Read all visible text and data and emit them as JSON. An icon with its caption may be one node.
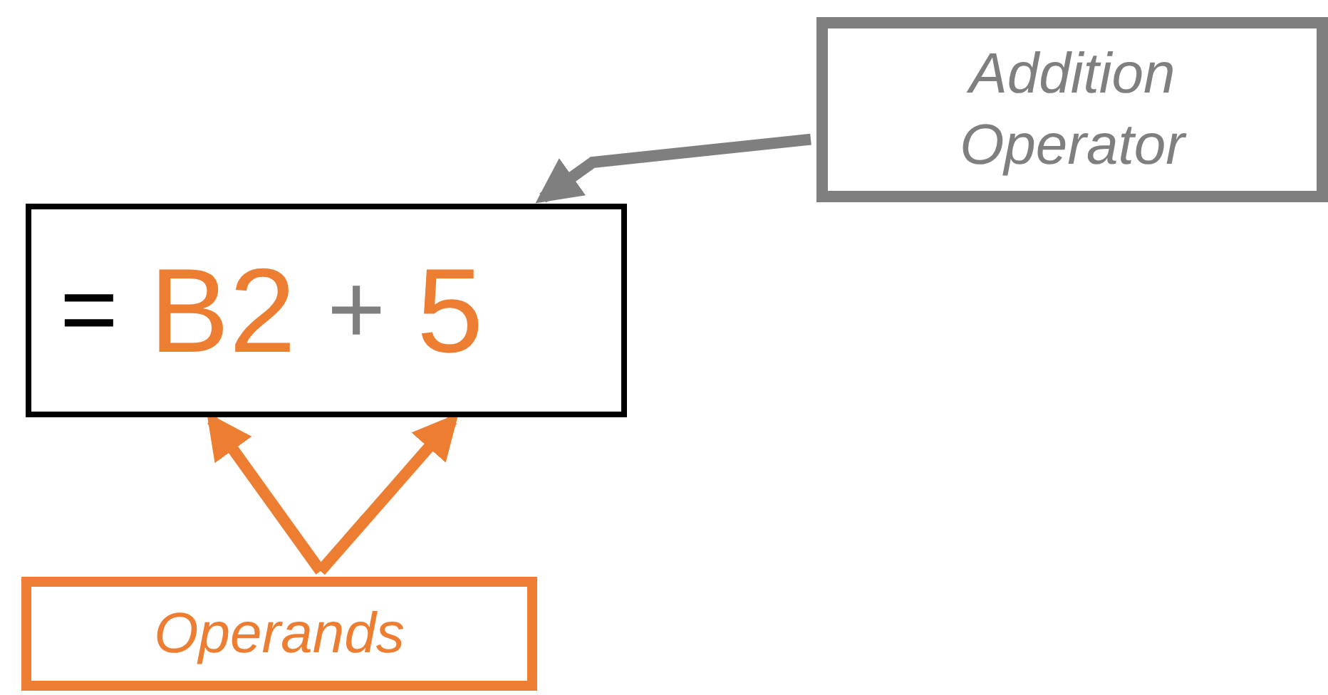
{
  "diagram": {
    "nodes": [
      {
        "text": [
          "=",
          "B2",
          "+",
          "5"
        ]
      },
      {
        "text": [
          "Addition Operator"
        ]
      },
      {
        "text": [
          "Operands"
        ]
      }
    ],
    "edges": [
      {
        "from": 1,
        "to": 0,
        "arrow": "to",
        "color": "#7f7f7f"
      },
      {
        "from": 2,
        "to": 0,
        "arrow": "to",
        "color": "#ed7d31"
      },
      {
        "from": 2,
        "to": 0,
        "arrow": "to",
        "color": "#ed7d31"
      }
    ]
  }
}
